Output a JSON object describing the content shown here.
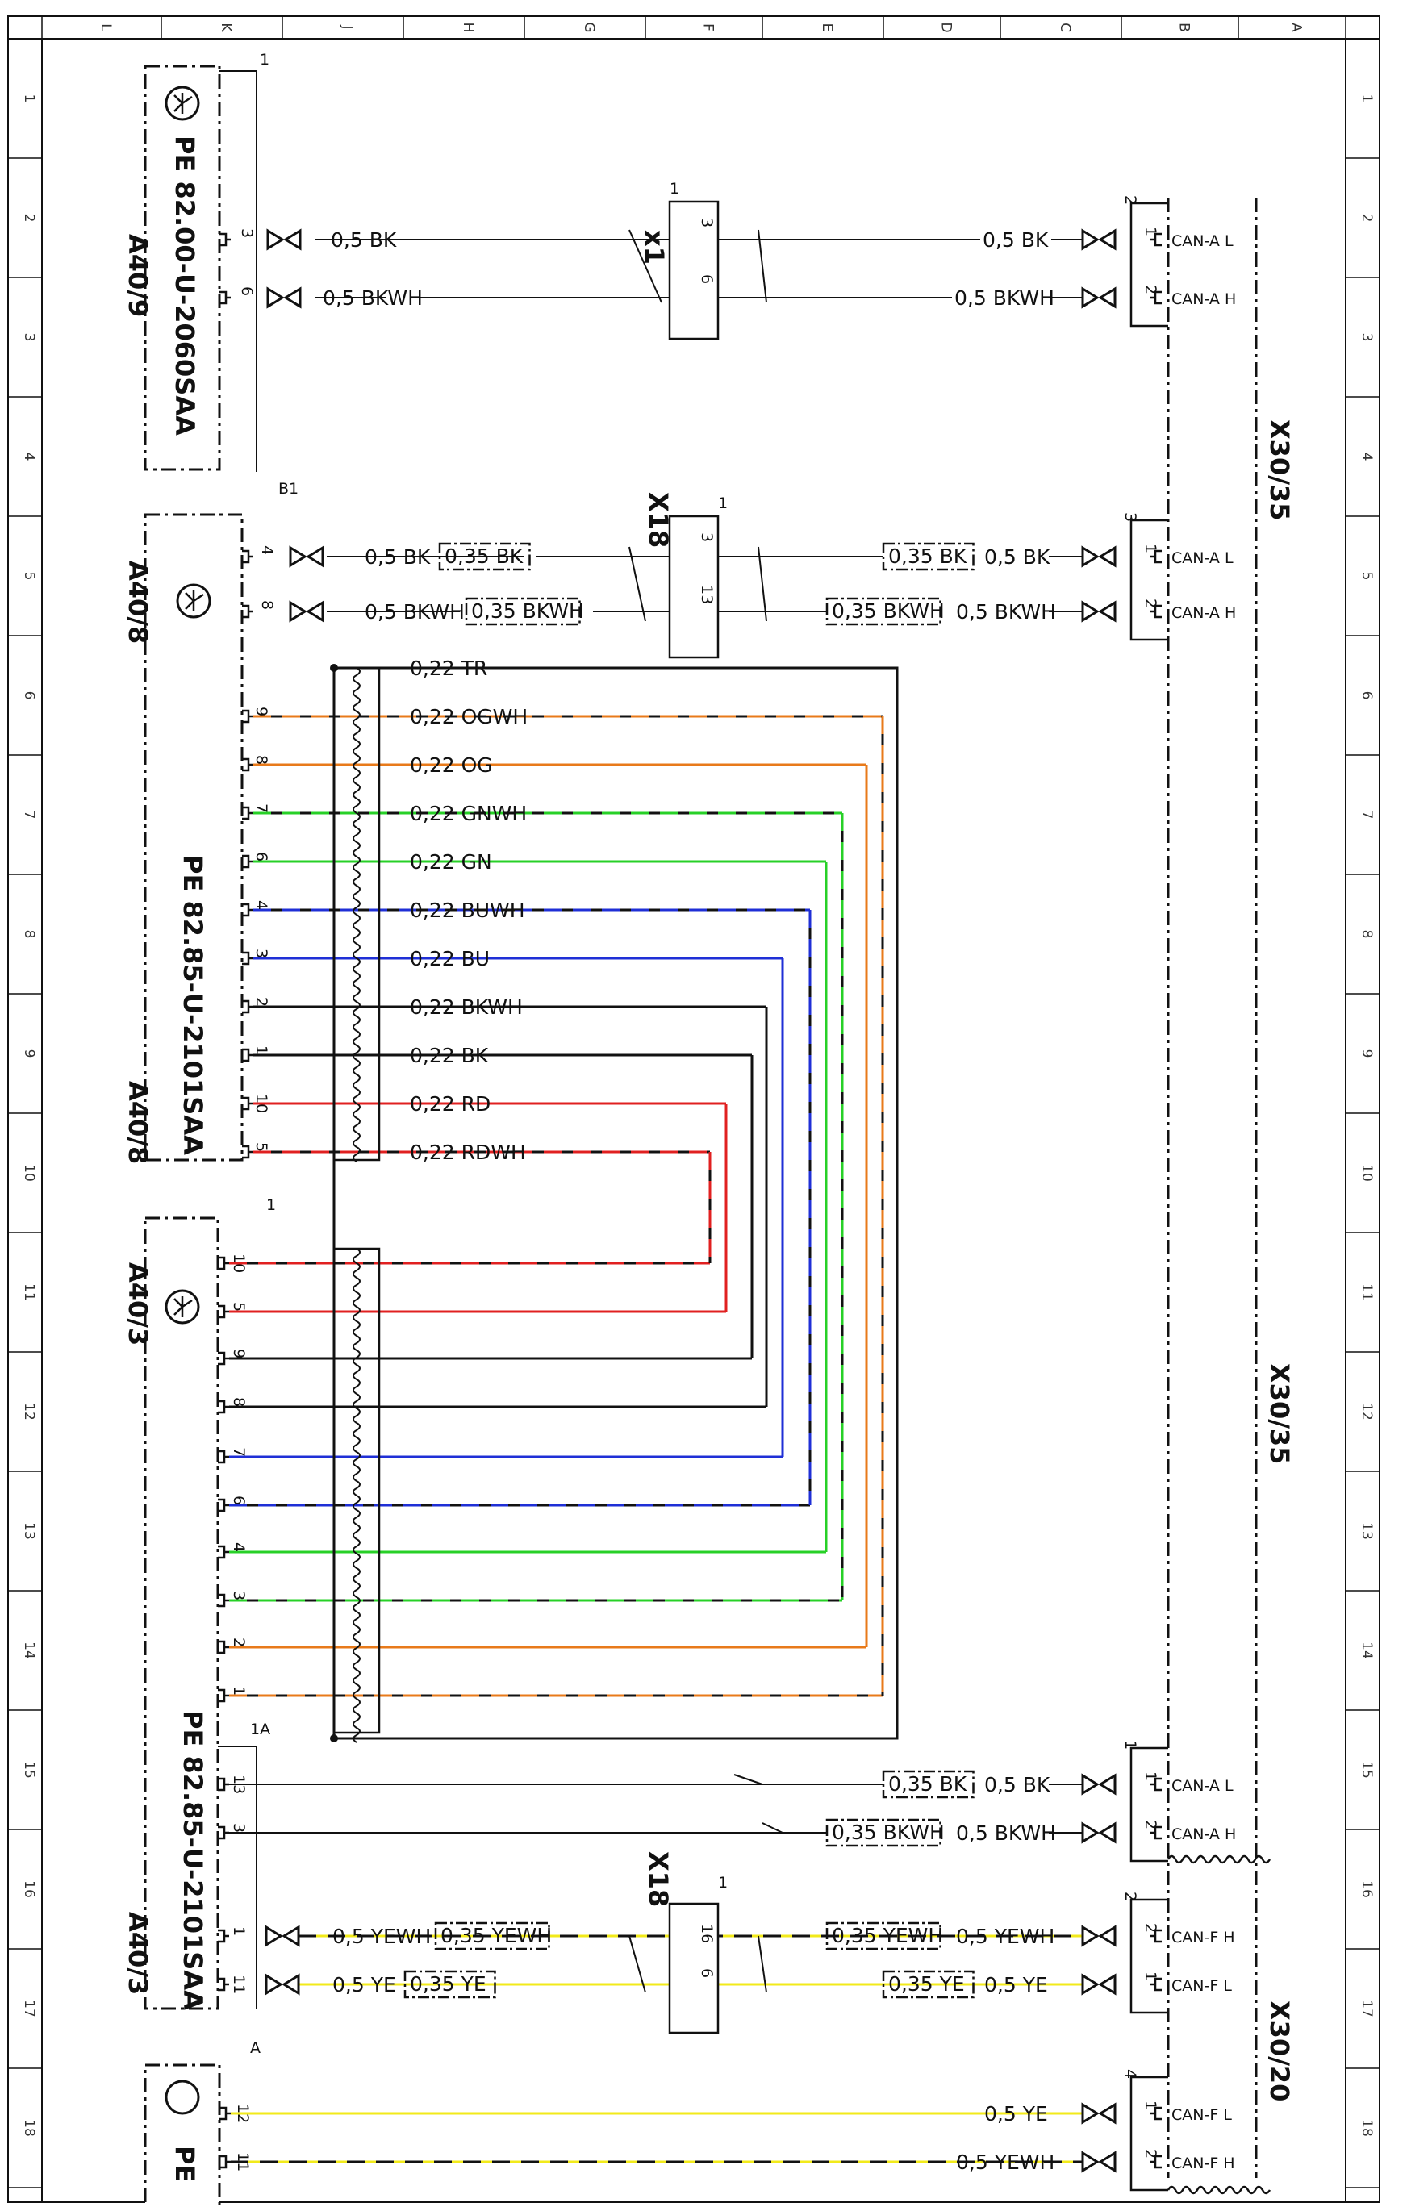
{
  "grid": {
    "columns": [
      "L",
      "K",
      "J",
      "H",
      "G",
      "F",
      "E",
      "D",
      "C",
      "B",
      "A"
    ],
    "rows": [
      "1",
      "2",
      "3",
      "4",
      "5",
      "6",
      "7",
      "8",
      "9",
      "10",
      "11",
      "12",
      "13",
      "14",
      "15",
      "16",
      "17",
      "18"
    ]
  },
  "components": {
    "a40_9": {
      "name": "A40/9",
      "ref": "PE 82.00-U-2060SAA",
      "pin_group": "1",
      "pins": [
        "3",
        "6"
      ]
    },
    "a40_8": {
      "name": "A40/8",
      "name_lower": "A40/8",
      "ref": "PE  82.85-U-2101SAA",
      "group_top": "B1",
      "group_bottom": "1",
      "pins_top": [
        "4",
        "8"
      ],
      "pins": [
        "9",
        "8",
        "7",
        "6",
        "4",
        "3",
        "2",
        "1",
        "10",
        "5"
      ]
    },
    "a40_3": {
      "name": "A40/3",
      "name_lower": "A40/3",
      "ref": "PE  82.85-U-2101SAA",
      "group_top": "1",
      "group_bottom": "1A",
      "pins": [
        "10",
        "5",
        "9",
        "8",
        "7",
        "6",
        "4",
        "3",
        "2",
        "1"
      ],
      "pins_bottom": [
        "13",
        "3",
        "1",
        "11"
      ]
    },
    "bottom_device": {
      "group": "A",
      "pins": [
        "12",
        "11"
      ],
      "ref": "PE"
    }
  },
  "connectors": {
    "x1": {
      "name": "x1",
      "group": "1",
      "pins": [
        "3",
        "6"
      ]
    },
    "x18_upper": {
      "name": "X18",
      "group": "1",
      "pins": [
        "3",
        "13"
      ]
    },
    "x18_lower": {
      "name": "X18",
      "group": "1",
      "pins": [
        "16",
        "6"
      ]
    }
  },
  "bus_blocks": {
    "x30_35_upper": {
      "name": "X30/35"
    },
    "x30_35_lower": {
      "name": "X30/35"
    },
    "x30_20": {
      "name": "X30/20"
    }
  },
  "ports": [
    {
      "group": "2",
      "pins": [
        "1",
        "2"
      ],
      "signals": [
        "CAN-A L",
        "CAN-A H"
      ]
    },
    {
      "group": "3",
      "pins": [
        "1",
        "2"
      ],
      "signals": [
        "CAN-A L",
        "CAN-A H"
      ]
    },
    {
      "group": "1",
      "pins": [
        "1",
        "2"
      ],
      "signals": [
        "CAN-A L",
        "CAN-A H"
      ]
    },
    {
      "group": "2",
      "pins": [
        "2",
        "1"
      ],
      "signals": [
        "CAN-F H",
        "CAN-F L"
      ]
    },
    {
      "group": "4",
      "pins": [
        "1",
        "2"
      ],
      "signals": [
        "CAN-F L",
        "CAN-F H"
      ]
    }
  ],
  "wires": {
    "w2_left": "0,5 BK",
    "w2_right": "0,5 BK",
    "w3_left": "0,5 BKWH",
    "w3_right": "0,5 BKWH",
    "w5_left": "0,5 BK",
    "w5_box_left": "0,35 BK",
    "w5_box_right": "0,35 BK",
    "w5_right": "0,5 BK",
    "w6_left": "0,5 BKWH",
    "w6_box_left": "0,35 BKWH",
    "w6_box_right": "0,35 BKWH",
    "w6_right": "0,5 BKWH",
    "bundle": [
      "0,22 TR",
      "0,22 OGWH",
      "0,22 OG",
      "0,22 GNWH",
      "0,22 GN",
      "0,22 BUWH",
      "0,22 BU",
      "0,22 BKWH",
      "0,22 BK",
      "0,22 RD",
      "0,22 RDWH"
    ],
    "w15_box": "0,35 BK",
    "w15_right": "0,5 BK",
    "w16_box": "0,35 BKWH",
    "w16_right": "0,5 BKWH",
    "w17a_left": "0,5 YEWH",
    "w17a_box_left": "0,35 YEWH",
    "w17a_box_right": "0,35 YEWH",
    "w17a_right": "0,5 YEWH",
    "w17b_left": "0,5 YE",
    "w17b_box_left": "0,35 YE",
    "w17b_box_right": "0,35 YE",
    "w17b_right": "0,5 YE",
    "w18a_right": "0,5 YE",
    "w18b_right": "0,5 YEWH"
  },
  "colors": {
    "black": "#111111",
    "orange": "#e87a1a",
    "green": "#27d027",
    "blue": "#1f2fd6",
    "red": "#e02020",
    "yellow": "#f2ea1a"
  }
}
